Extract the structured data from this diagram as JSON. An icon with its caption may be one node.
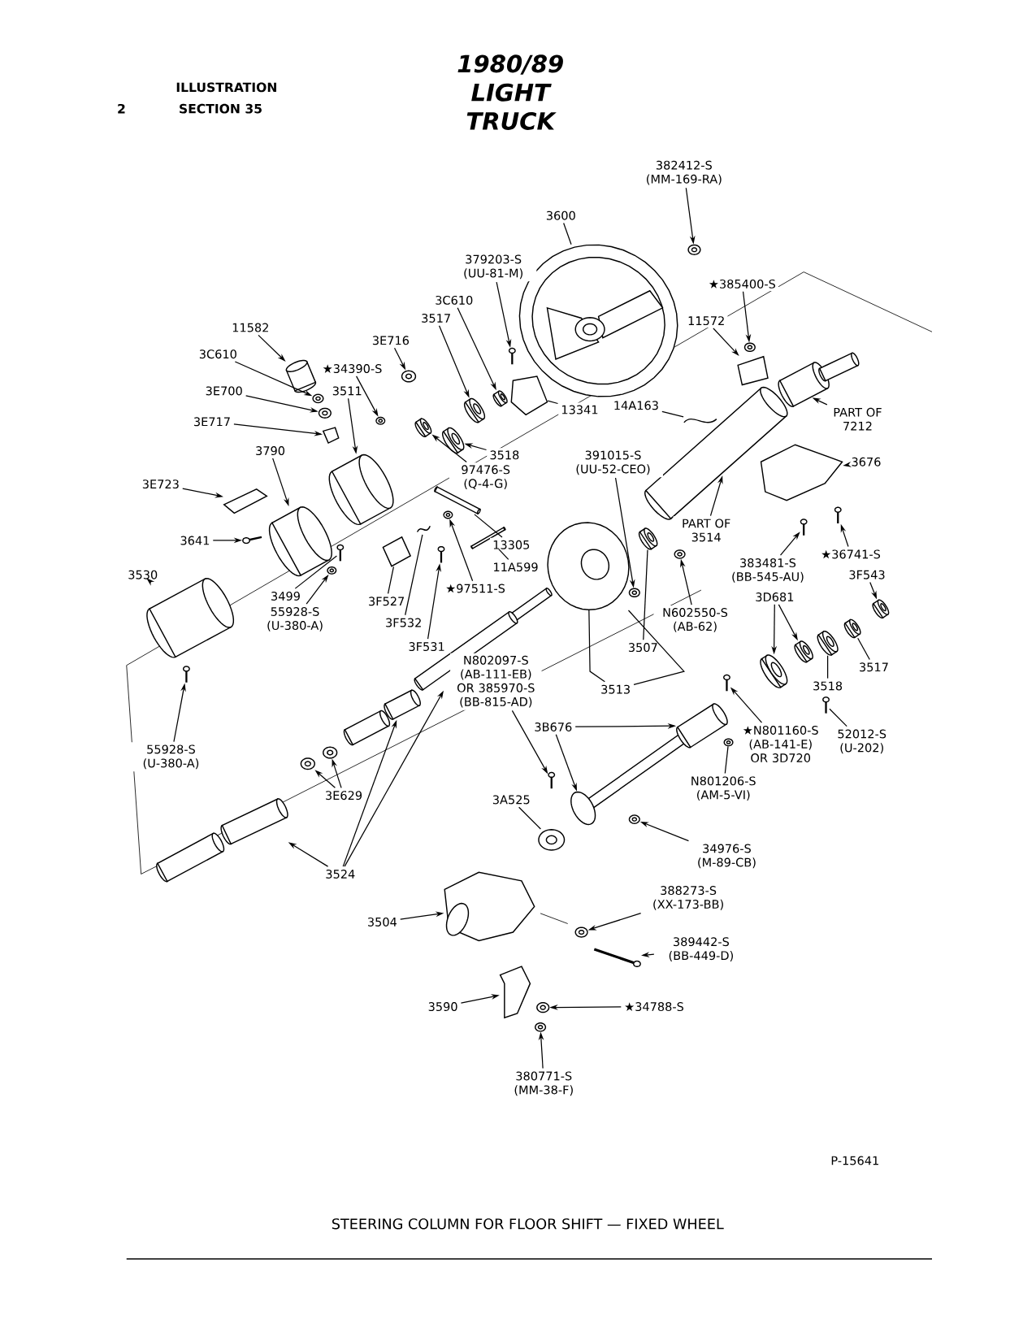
{
  "diagram": {
    "title": "1980/89 LIGHT TRUCK",
    "caption": "STEERING COLUMN FOR FLOOR SHIFT — FIXED WHEEL",
    "nodes": [
      {
        "text": [
          "382412-S (MM-169-RA)"
        ]
      },
      {
        "text": [
          "3600"
        ]
      },
      {
        "text": [
          "379203-S (UU-81-M)"
        ]
      },
      {
        "text": [
          "3C610"
        ]
      },
      {
        "text": [
          "3517"
        ]
      },
      {
        "text": [
          "11582"
        ]
      },
      {
        "text": [
          "3E716"
        ]
      },
      {
        "text": [
          "3C610"
        ]
      },
      {
        "text": [
          "★34390-S"
        ]
      },
      {
        "text": [
          "3E700"
        ]
      },
      {
        "text": [
          "3511"
        ]
      },
      {
        "text": [
          "3E717"
        ]
      },
      {
        "text": [
          "3790"
        ]
      },
      {
        "text": [
          "3E723"
        ]
      },
      {
        "text": [
          "3641"
        ]
      },
      {
        "text": [
          "3530"
        ]
      },
      {
        "text": [
          "3499"
        ]
      },
      {
        "text": [
          "55928-S (U-380-A)"
        ]
      },
      {
        "text": [
          "3518"
        ]
      },
      {
        "text": [
          "97476-S (Q-4-G)"
        ]
      },
      {
        "text": [
          "391015-S (UU-52-CEO)"
        ]
      },
      {
        "text": [
          "13341"
        ]
      },
      {
        "text": [
          "3F527"
        ]
      },
      {
        "text": [
          "3F532"
        ]
      },
      {
        "text": [
          "3F531"
        ]
      },
      {
        "text": [
          "★97511-S"
        ]
      },
      {
        "text": [
          "13305"
        ]
      },
      {
        "text": [
          "11A599"
        ]
      },
      {
        "text": [
          "11572"
        ]
      },
      {
        "text": [
          "★385400-S"
        ]
      },
      {
        "text": [
          "14A163"
        ]
      },
      {
        "text": [
          "PART OF 7212"
        ]
      },
      {
        "text": [
          "3676"
        ]
      },
      {
        "text": [
          "PART OF 3514"
        ]
      },
      {
        "text": [
          "383481-S (BB-545-AU)"
        ]
      },
      {
        "text": [
          "★36741-S"
        ]
      },
      {
        "text": [
          "3F543"
        ]
      },
      {
        "text": [
          "N602550-S (AB-62)"
        ]
      },
      {
        "text": [
          "3507"
        ]
      },
      {
        "text": [
          "3513"
        ]
      },
      {
        "text": [
          "3D681"
        ]
      },
      {
        "text": [
          "3517"
        ]
      },
      {
        "text": [
          "3518"
        ]
      },
      {
        "text": [
          "N802097-S (AB-111-EB) OR 385970-S (BB-815-AD)"
        ]
      },
      {
        "text": [
          "3B676"
        ]
      },
      {
        "text": [
          "★N801160-S (AB-141-E) OR 3D720"
        ]
      },
      {
        "text": [
          "52012-S (U-202)"
        ]
      },
      {
        "text": [
          "N801206-S (AM-5-VI)"
        ]
      },
      {
        "text": [
          "3A525"
        ]
      },
      {
        "text": [
          "34976-S (M-89-CB)"
        ]
      },
      {
        "text": [
          "55928-S (U-380-A)"
        ]
      },
      {
        "text": [
          "3E629"
        ]
      },
      {
        "text": [
          "3524"
        ]
      },
      {
        "text": [
          "3504"
        ]
      },
      {
        "text": [
          "388273-S (XX-173-BB)"
        ]
      },
      {
        "text": [
          "389442-S (BB-449-D)"
        ]
      },
      {
        "text": [
          "3590"
        ]
      },
      {
        "text": [
          "★34788-S"
        ]
      },
      {
        "text": [
          "380771-S (MM-38-F)"
        ]
      },
      {
        "text": [],
        "shape": "picture"
      },
      {
        "text": [],
        "shape": "picture"
      },
      {
        "text": [],
        "shape": "picture"
      },
      {
        "text": [],
        "shape": "picture"
      },
      {
        "text": [],
        "shape": "picture"
      },
      {
        "text": [],
        "shape": "picture"
      },
      {
        "text": [],
        "shape": "picture"
      },
      {
        "text": [],
        "shape": "picture"
      },
      {
        "text": [],
        "shape": "picture"
      },
      {
        "text": [],
        "shape": "picture"
      },
      {
        "text": [],
        "shape": "picture"
      },
      {
        "text": [],
        "shape": "picture"
      },
      {
        "text": [],
        "shape": "picture"
      },
      {
        "text": [],
        "shape": "picture"
      },
      {
        "text": [],
        "shape": "picture"
      },
      {
        "text": [],
        "shape": "picture"
      },
      {
        "text": [],
        "shape": "picture"
      },
      {
        "text": [],
        "shape": "picture"
      },
      {
        "text": [],
        "shape": "picture"
      },
      {
        "text": [],
        "shape": "picture"
      },
      {
        "text": [],
        "shape": "picture"
      },
      {
        "text": [],
        "shape": "picture"
      },
      {
        "text": [],
        "shape": "picture"
      },
      {
        "text": [],
        "shape": "picture"
      },
      {
        "text": [],
        "shape": "picture"
      },
      {
        "text": [],
        "shape": "picture"
      },
      {
        "text": [],
        "shape": "picture"
      },
      {
        "text": [],
        "shape": "picture"
      },
      {
        "text": [],
        "shape": "picture"
      },
      {
        "text": [],
        "shape": "picture"
      },
      {
        "text": [],
        "shape": "picture"
      },
      {
        "text": [],
        "shape": "picture"
      },
      {
        "text": [],
        "shape": "picture"
      },
      {
        "text": [],
        "shape": "picture"
      },
      {
        "text": [],
        "shape": "picture"
      },
      {
        "text": [],
        "shape": "picture"
      },
      {
        "text": [],
        "shape": "picture"
      },
      {
        "text": [],
        "shape": "picture"
      },
      {
        "text": [],
        "shape": "picture"
      },
      {
        "text": [],
        "shape": "picture"
      },
      {
        "text": [],
        "shape": "picture"
      },
      {
        "text": [],
        "shape": "picture"
      },
      {
        "text": [],
        "shape": "picture"
      },
      {
        "text": [],
        "shape": "picture"
      },
      {
        "text": [],
        "shape": "picture"
      },
      {
        "text": [],
        "shape": "picture"
      },
      {
        "text": [],
        "shape": "picture"
      },
      {
        "text": [],
        "shape": "picture"
      },
      {
        "text": [],
        "shape": "picture"
      },
      {
        "text": [],
        "shape": "picture"
      },
      {
        "text": [],
        "shape": "picture"
      },
      {
        "text": [],
        "shape": "picture"
      },
      {
        "text": [],
        "shape": "picture"
      },
      {
        "text": [],
        "shape": "picture"
      },
      {
        "text": [],
        "shape": "picture"
      },
      {
        "text": [],
        "shape": "picture"
      },
      {
        "text": [],
        "shape": "picture"
      },
      {
        "text": [],
        "shape": "picture"
      },
      {
        "text": [],
        "shape": "picture"
      },
      {
        "text": [],
        "shape": "picture"
      },
      {
        "text": [],
        "shape": "picture"
      },
      {
        "text": [],
        "shape": "picture"
      },
      {
        "text": [],
        "shape": "picture"
      },
      {
        "text": [],
        "shape": "picture"
      }
    ],
    "edges": [
      {
        "from": 0,
        "to": 59,
        "arrow": "to"
      },
      {
        "from": 1,
        "to": 60,
        "arrow": "none"
      },
      {
        "from": 2,
        "to": 61,
        "arrow": "to"
      },
      {
        "from": 3,
        "to": 62,
        "arrow": "to"
      },
      {
        "from": 4,
        "to": 63,
        "arrow": "to"
      },
      {
        "from": 5,
        "to": 64,
        "arrow": "to"
      },
      {
        "from": 6,
        "to": 65,
        "arrow": "to"
      },
      {
        "from": 7,
        "to": 66,
        "arrow": "to"
      },
      {
        "from": 8,
        "to": 67,
        "arrow": "to"
      },
      {
        "from": 9,
        "to": 68,
        "arrow": "to"
      },
      {
        "from": 10,
        "to": 69,
        "arrow": "to"
      },
      {
        "from": 11,
        "to": 70,
        "arrow": "to"
      },
      {
        "from": 12,
        "to": 71,
        "arrow": "to"
      },
      {
        "from": 13,
        "to": 72,
        "arrow": "to"
      },
      {
        "from": 14,
        "to": 73,
        "arrow": "to"
      },
      {
        "from": 15,
        "to": 74,
        "arrow": "to"
      },
      {
        "from": 16,
        "to": 75,
        "arrow": "none"
      },
      {
        "from": 17,
        "to": 76,
        "arrow": "to"
      },
      {
        "from": 18,
        "to": 77,
        "arrow": "to"
      },
      {
        "from": 19,
        "to": 78,
        "arrow": "to"
      },
      {
        "from": 20,
        "to": 79,
        "arrow": "to"
      },
      {
        "from": 21,
        "to": 80,
        "arrow": "none"
      },
      {
        "from": 22,
        "to": 81,
        "arrow": "none"
      },
      {
        "from": 23,
        "to": 82,
        "arrow": "none"
      },
      {
        "from": 24,
        "to": 83,
        "arrow": "to"
      },
      {
        "from": 25,
        "to": 84,
        "arrow": "to"
      },
      {
        "from": 26,
        "to": 85,
        "arrow": "none"
      },
      {
        "from": 27,
        "to": 86,
        "arrow": "none"
      },
      {
        "from": 28,
        "to": 87,
        "arrow": "to"
      },
      {
        "from": 29,
        "to": 88,
        "arrow": "to"
      },
      {
        "from": 30,
        "to": 89,
        "arrow": "none"
      },
      {
        "from": 31,
        "to": 90,
        "arrow": "to"
      },
      {
        "from": 32,
        "to": 91,
        "arrow": "to"
      },
      {
        "from": 33,
        "to": 92,
        "arrow": "to"
      },
      {
        "from": 34,
        "to": 93,
        "arrow": "to"
      },
      {
        "from": 35,
        "to": 94,
        "arrow": "to"
      },
      {
        "from": 36,
        "to": 95,
        "arrow": "to"
      },
      {
        "from": 37,
        "to": 96,
        "arrow": "to"
      },
      {
        "from": 38,
        "to": 97,
        "arrow": "none"
      },
      {
        "from": 39,
        "to": 98,
        "arrow": "none"
      },
      {
        "from": 39,
        "to": 98,
        "arrow": "none"
      },
      {
        "from": 40,
        "to": 99,
        "arrow": "to"
      },
      {
        "from": 40,
        "to": 100,
        "arrow": "to"
      },
      {
        "from": 41,
        "to": 101,
        "arrow": "none"
      },
      {
        "from": 42,
        "to": 102,
        "arrow": "none"
      },
      {
        "from": 43,
        "to": 103,
        "arrow": "to"
      },
      {
        "from": 44,
        "to": 104,
        "arrow": "to"
      },
      {
        "from": 44,
        "to": 105,
        "arrow": "to"
      },
      {
        "from": 45,
        "to": 106,
        "arrow": "to"
      },
      {
        "from": 46,
        "to": 107,
        "arrow": "none"
      },
      {
        "from": 47,
        "to": 108,
        "arrow": "none"
      },
      {
        "from": 48,
        "to": 109,
        "arrow": "none"
      },
      {
        "from": 49,
        "to": 110,
        "arrow": "to"
      },
      {
        "from": 50,
        "to": 111,
        "arrow": "to"
      },
      {
        "from": 51,
        "to": 112,
        "arrow": "to"
      },
      {
        "from": 51,
        "to": 113,
        "arrow": "to"
      },
      {
        "from": 52,
        "to": 114,
        "arrow": "to"
      },
      {
        "from": 52,
        "to": 115,
        "arrow": "to"
      },
      {
        "from": 52,
        "to": 116,
        "arrow": "to"
      },
      {
        "from": 53,
        "to": 117,
        "arrow": "to"
      },
      {
        "from": 54,
        "to": 118,
        "arrow": "to"
      },
      {
        "from": 55,
        "to": 119,
        "arrow": "to"
      },
      {
        "from": 56,
        "to": 120,
        "arrow": "to"
      },
      {
        "from": 57,
        "to": 121,
        "arrow": "to"
      },
      {
        "from": 58,
        "to": 122,
        "arrow": "to"
      }
    ],
    "labels": [
      "ILLUSTRATION",
      "2",
      "SECTION 35",
      "P-15641"
    ]
  }
}
